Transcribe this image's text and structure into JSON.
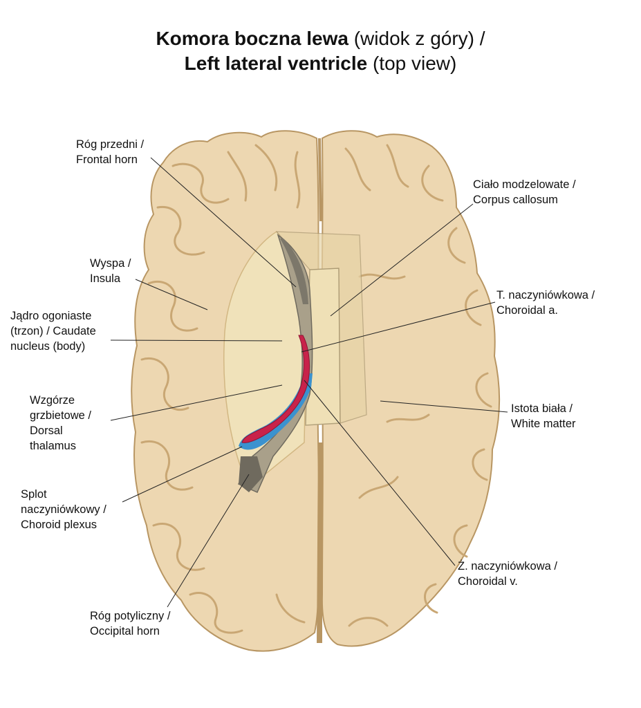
{
  "title": {
    "line1_bold": "Komora boczna lewa",
    "line1_rest": " (widok z góry) /",
    "line2_bold": "Left lateral ventricle",
    "line2_rest": " (top view)"
  },
  "labels": [
    {
      "id": "frontal-horn",
      "lines": [
        "Róg przedni /",
        "Frontal horn"
      ]
    },
    {
      "id": "insula",
      "lines": [
        "Wyspa /",
        "Insula"
      ]
    },
    {
      "id": "caudate",
      "lines": [
        "Jądro ogoniaste",
        "(trzon) / Caudate",
        "nucleus (body)"
      ]
    },
    {
      "id": "thalamus",
      "lines": [
        "Wzgórze",
        "grzbietowe /",
        "Dorsal",
        "thalamus"
      ]
    },
    {
      "id": "choroid-plexus",
      "lines": [
        "Splot",
        "naczyniówkowy /",
        "Choroid plexus"
      ]
    },
    {
      "id": "occipital-horn",
      "lines": [
        "Róg potyliczny /",
        "Occipital horn"
      ]
    },
    {
      "id": "corpus-callosum",
      "lines": [
        "Ciało modzelowate /",
        "Corpus callosum"
      ]
    },
    {
      "id": "choroidal-artery",
      "lines": [
        "T. naczyniówkowa /",
        "Choroidal a."
      ]
    },
    {
      "id": "white-matter",
      "lines": [
        "Istota biała /",
        "White matter"
      ]
    },
    {
      "id": "choroidal-vein",
      "lines": [
        "Ż. naczyniówkowa /",
        "Choroidal v."
      ]
    }
  ],
  "colors": {
    "brain_fill": "#edd7b1",
    "brain_shade": "#d9bd8c",
    "cortex_outline": "#b89663",
    "white_matter": "#f0e2ba",
    "ventricle_gray": "#a9a08a",
    "ventricle_dark": "#6f6a5e",
    "artery": "#c8234a",
    "plexus": "#3b92cf",
    "leader": "#222222"
  }
}
